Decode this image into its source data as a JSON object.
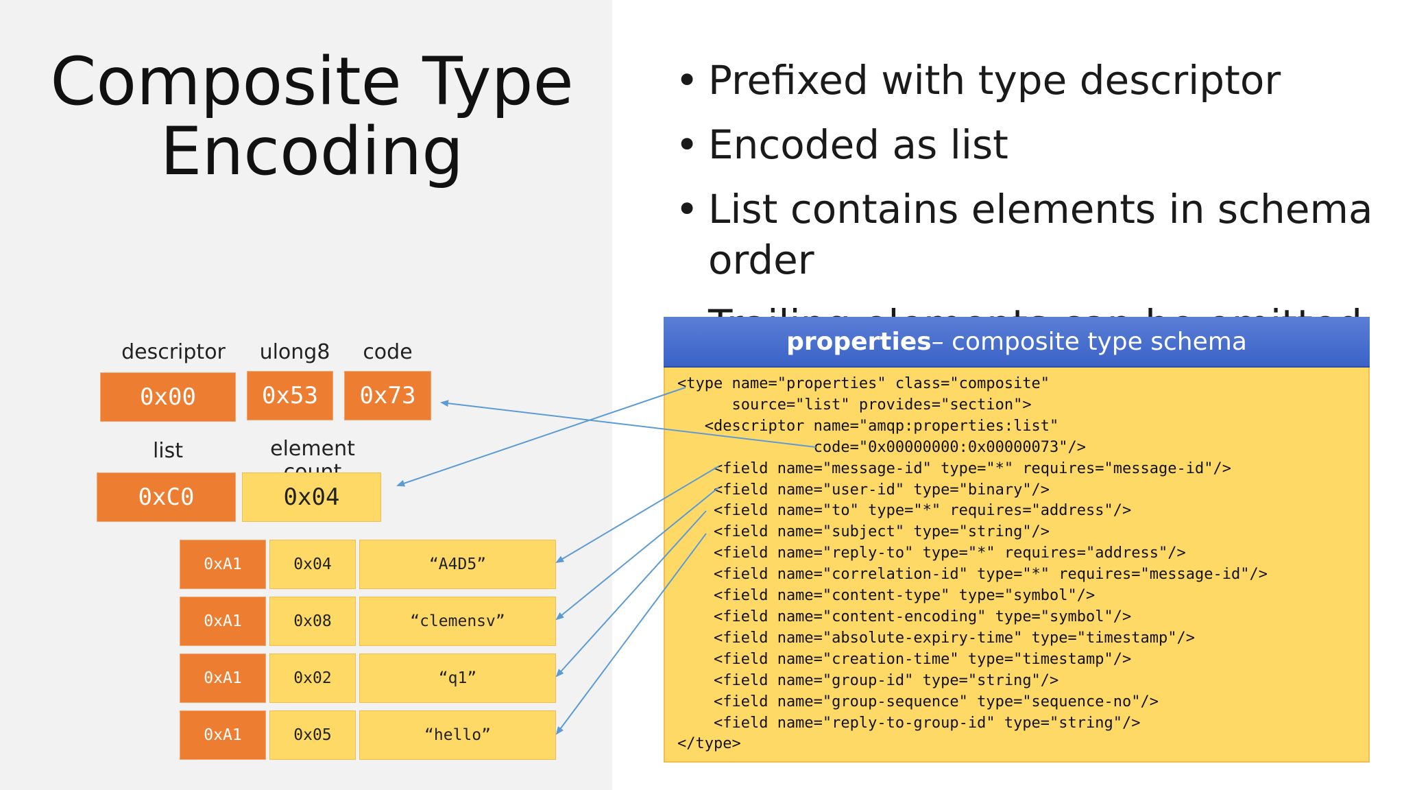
{
  "title": {
    "line1": "Composite Type",
    "line2": "Encoding"
  },
  "bullets": [
    "Prefixed with type descriptor",
    "Encoded as list",
    "List contains elements in schema order",
    "Trailing elements can be omitted"
  ],
  "descriptor_row": {
    "labels": {
      "descriptor": "descriptor",
      "ulong8": "ulong8",
      "code": "code"
    },
    "values": {
      "descriptor": "0x00",
      "ulong8": "0x53",
      "code": "0x73"
    }
  },
  "list_row": {
    "labels": {
      "list": "list",
      "element_count": "element count"
    },
    "values": {
      "list": "0xC0",
      "element_count": "0x04"
    }
  },
  "elements": [
    {
      "type": "0xA1",
      "length": "0x04",
      "value": "“A4D5”"
    },
    {
      "type": "0xA1",
      "length": "0x08",
      "value": "“clemensv”"
    },
    {
      "type": "0xA1",
      "length": "0x02",
      "value": "“q1”"
    },
    {
      "type": "0xA1",
      "length": "0x05",
      "value": "“hello”"
    }
  ],
  "schema": {
    "title_bold": "properties",
    "title_rest": " – composite type schema",
    "code": "<type name=\"properties\" class=\"composite\"\n      source=\"list\" provides=\"section\">\n   <descriptor name=\"amqp:properties:list\"\n               code=\"0x00000000:0x00000073\"/>\n    <field name=\"message-id\" type=\"*\" requires=\"message-id\"/>\n    <field name=\"user-id\" type=\"binary\"/>\n    <field name=\"to\" type=\"*\" requires=\"address\"/>\n    <field name=\"subject\" type=\"string\"/>\n    <field name=\"reply-to\" type=\"*\" requires=\"address\"/>\n    <field name=\"correlation-id\" type=\"*\" requires=\"message-id\"/>\n    <field name=\"content-type\" type=\"symbol\"/>\n    <field name=\"content-encoding\" type=\"symbol\"/>\n    <field name=\"absolute-expiry-time\" type=\"timestamp\"/>\n    <field name=\"creation-time\" type=\"timestamp\"/>\n    <field name=\"group-id\" type=\"string\"/>\n    <field name=\"group-sequence\" type=\"sequence-no\"/>\n    <field name=\"reply-to-group-id\" type=\"string\"/>\n</type>"
  },
  "colors": {
    "dark": "#ed7d31",
    "light": "#ffd966",
    "header": "#4472c4",
    "arrow": "#5b9bd5"
  }
}
